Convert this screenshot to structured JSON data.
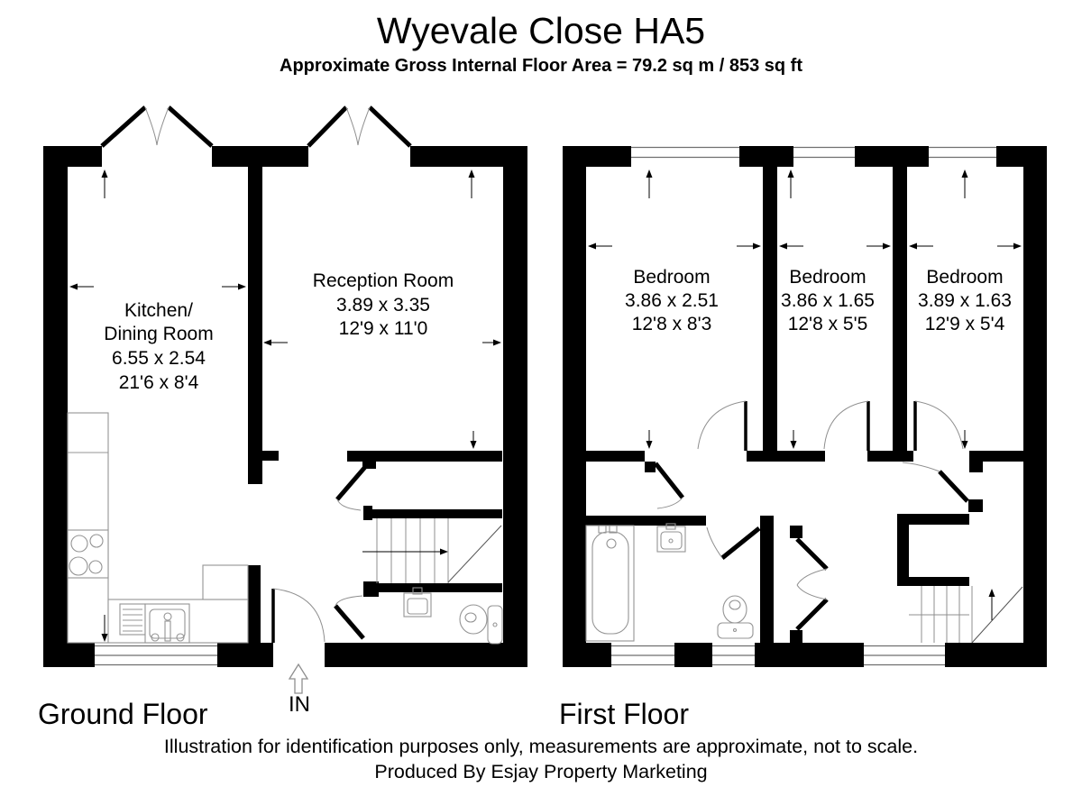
{
  "header": {
    "title": "Wyevale Close HA5",
    "subtitle": "Approximate Gross Internal Floor Area = 79.2 sq m / 853 sq ft"
  },
  "ground_floor": {
    "label": "Ground Floor",
    "entrance_label": "IN",
    "kitchen": {
      "name_line1": "Kitchen/",
      "name_line2": "Dining Room",
      "metric": "6.55 x 2.54",
      "imperial": "21'6 x 8'4"
    },
    "reception": {
      "name": "Reception Room",
      "metric": "3.89 x 3.35",
      "imperial": "12'9 x 11'0"
    }
  },
  "first_floor": {
    "label": "First Floor",
    "bedroom1": {
      "name": "Bedroom",
      "metric": "3.86 x 2.51",
      "imperial": "12'8 x 8'3"
    },
    "bedroom2": {
      "name": "Bedroom",
      "metric": "3.86 x 1.65",
      "imperial": "12'8 x 5'5"
    },
    "bedroom3": {
      "name": "Bedroom",
      "metric": "3.89 x 1.63",
      "imperial": "12'9 x 5'4"
    }
  },
  "footer": {
    "disclaimer": "Illustration for identification purposes only, measurements are approximate, not to scale.",
    "credit": "Produced By Esjay Property Marketing"
  },
  "colors": {
    "wall": "#000000",
    "background": "#ffffff",
    "thin_line": "#8f8f8f"
  }
}
